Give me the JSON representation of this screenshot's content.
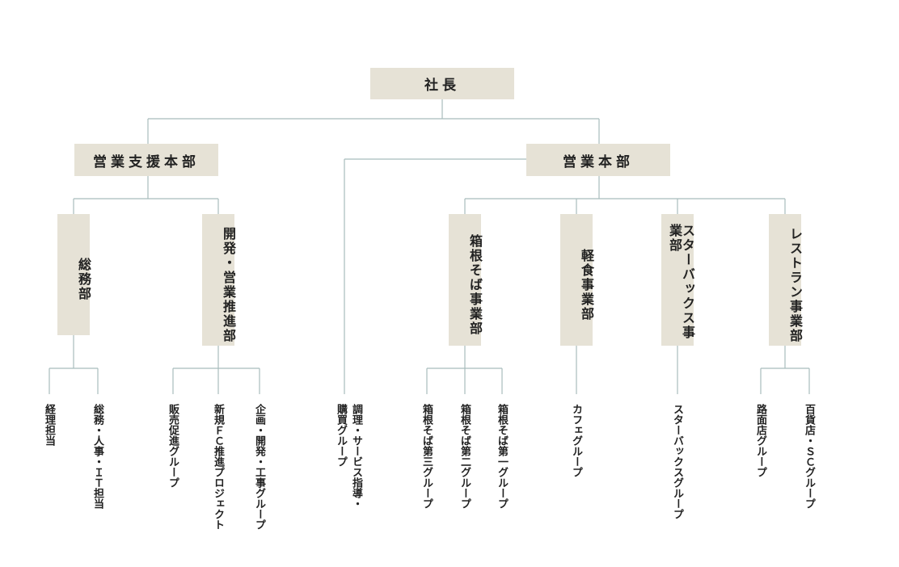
{
  "org": {
    "president": "社長",
    "support_hq": "営業支援本部",
    "sales_hq": "営業本部",
    "general_affairs": "総務部",
    "development": "開発・営業推進部",
    "hakone_soba": "箱根そば事業部",
    "light_meal": "軽食事業部",
    "starbucks": "スターバックス事業部",
    "restaurant": "レストラン事業部"
  },
  "groups": {
    "accounting": "経理担当",
    "hr_it": "総務・人事・ＩＴ担当",
    "sales_promo": "販売促進グループ",
    "new_fc": "新規ＦＣ推進プロジェクト",
    "planning": "企画・開発・工事グループ",
    "cooking_1": "調理・サービス指導・",
    "cooking_2": "購買グループ",
    "soba_3": "箱根そば第三グループ",
    "soba_2": "箱根そば第二グループ",
    "soba_1": "箱根そば第一グループ",
    "cafe": "カフェグループ",
    "starbucks_group": "スターバックスグループ",
    "roadside": "路面店グループ",
    "dept_sc": "百貨店・ＳＣグループ"
  },
  "colors": {
    "box_fill": "#e6e2d6",
    "connector": "#a8bcbc",
    "text": "#222222"
  }
}
